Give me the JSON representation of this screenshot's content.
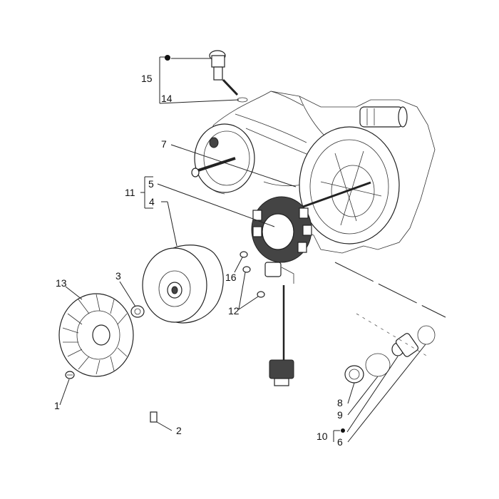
{
  "labels": {
    "l1": "1",
    "l2": "2",
    "l3": "3",
    "l4": "4",
    "l5": "5",
    "l6": "6",
    "l7": "7",
    "l8": "8",
    "l9": "9",
    "l10": "10",
    "l11": "11",
    "l12": "12",
    "l13": "13",
    "l14": "14",
    "l15": "15",
    "l16": "16"
  },
  "icons": {
    "kit_marker": "black-dot-icon"
  },
  "colors": {
    "line": "#222222",
    "background": "#ffffff"
  }
}
